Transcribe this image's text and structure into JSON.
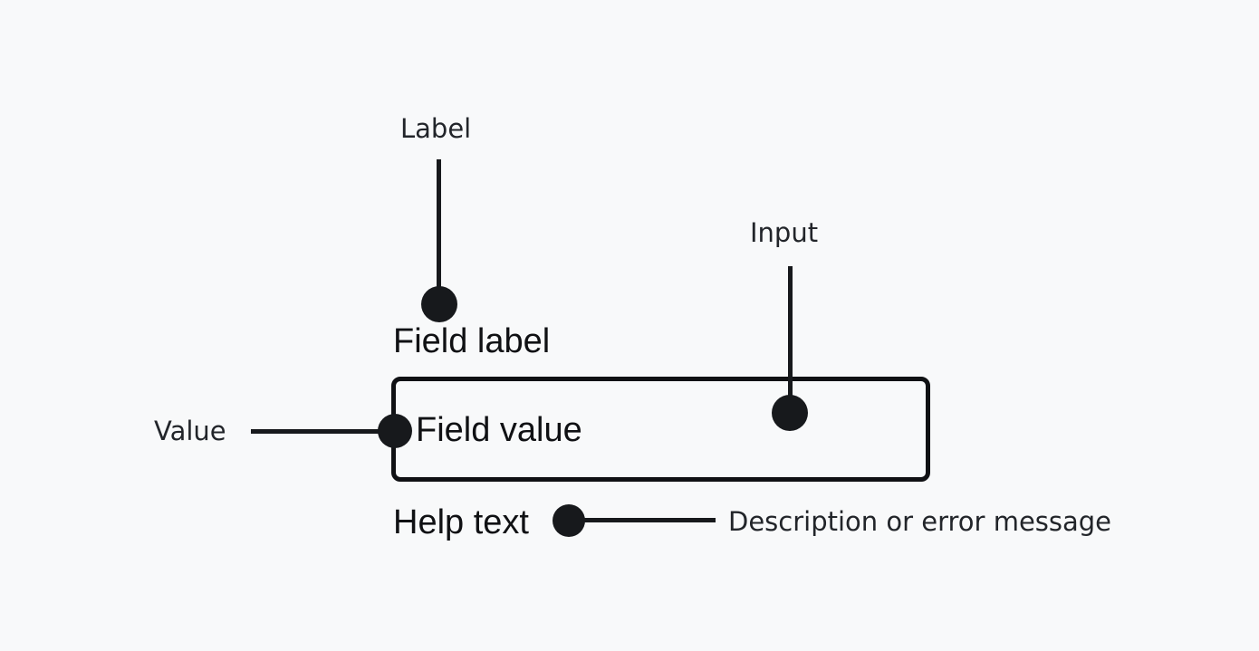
{
  "colors": {
    "background": "#f8f9fa",
    "ink": "#17191c",
    "field_text": "#101114"
  },
  "annotations": {
    "label": "Label",
    "input": "Input",
    "value": "Value",
    "description": "Description or error message"
  },
  "field": {
    "label": "Field label",
    "value": "Field value",
    "help": "Help text"
  }
}
